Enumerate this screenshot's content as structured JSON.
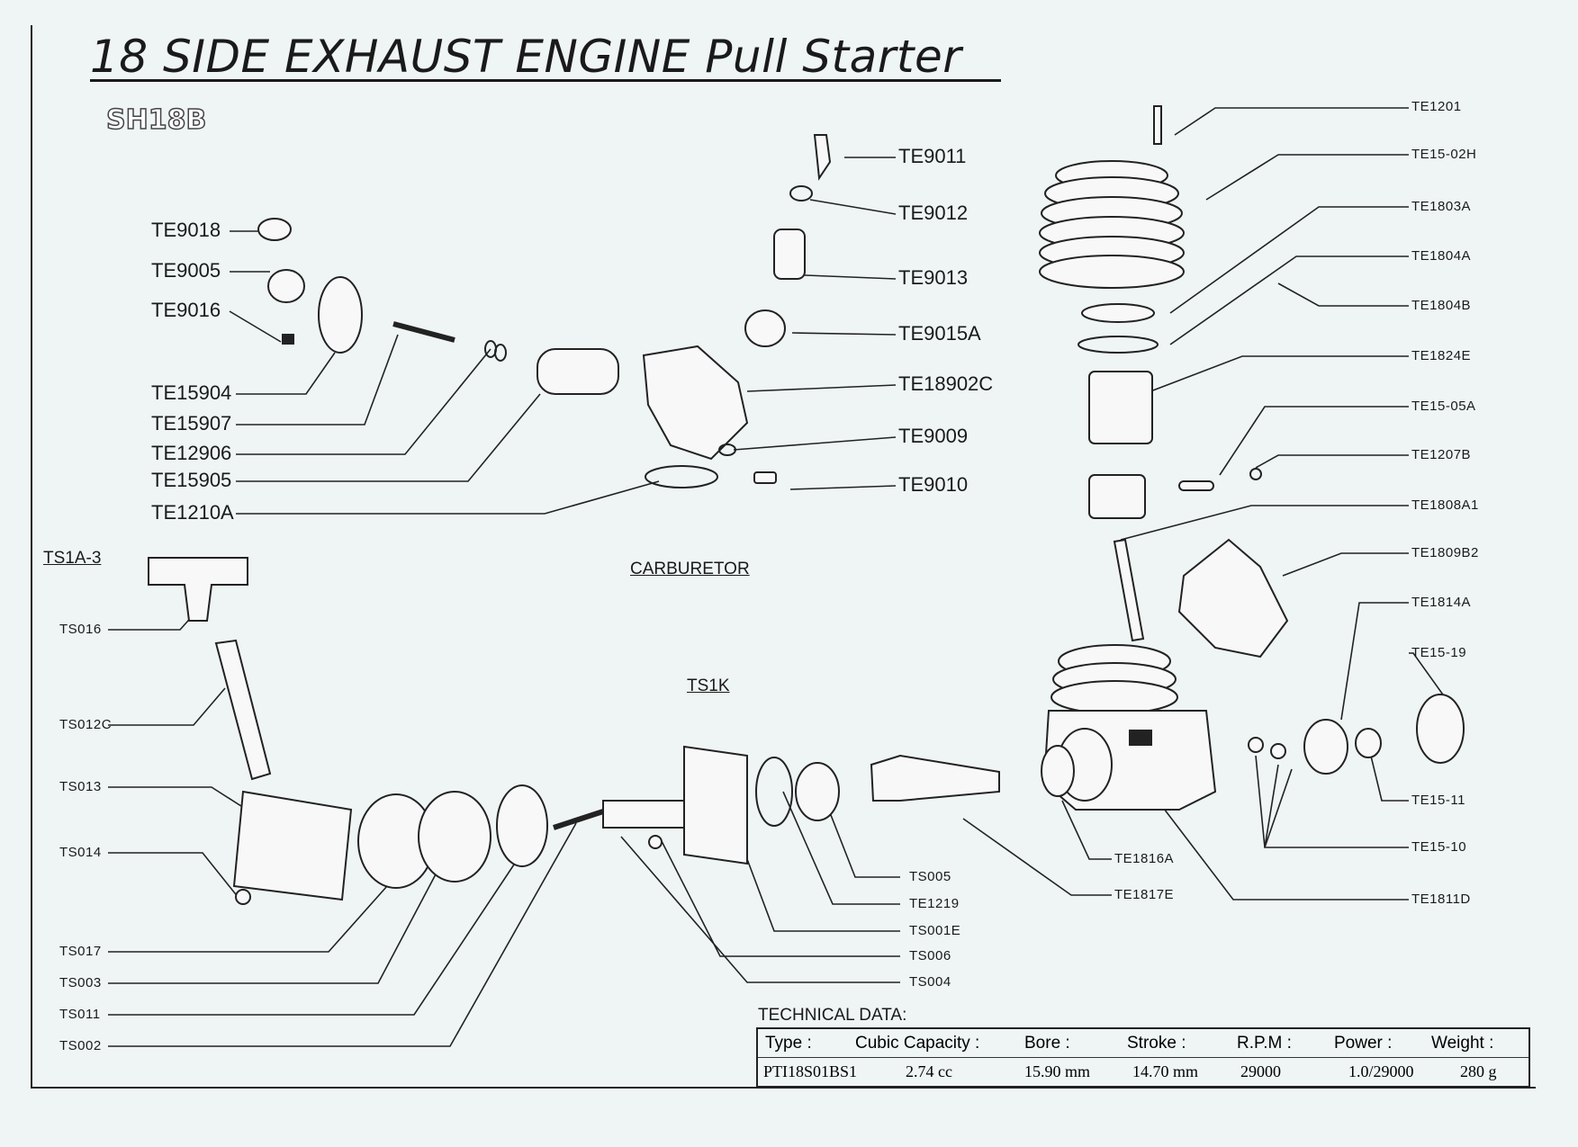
{
  "title": "18 SIDE EXHAUST ENGINE Pull Starter",
  "model": "SH18B",
  "sections": {
    "carburetor": "CARBURETOR",
    "tool_kit": "TS1A-3",
    "starter": "TS1K"
  },
  "labels_left": [
    "TE9018",
    "TE9005",
    "TE9016",
    "TE15904",
    "TE15907",
    "TE12906",
    "TE15905",
    "TE1210A"
  ],
  "labels_center": [
    "TE9011",
    "TE9012",
    "TE9013",
    "TE9015A",
    "TE18902C",
    "TE9009",
    "TE9010"
  ],
  "labels_right": [
    "TE1201",
    "TE15-02H",
    "TE1803A",
    "TE1804A",
    "TE1804B",
    "TE1824E",
    "TE15-05A",
    "TE1207B",
    "TE1808A1",
    "TE1809B2",
    "TE1814A",
    "TE15-19",
    "TE15-11",
    "TE15-10",
    "TE1811D",
    "TE1816A",
    "TE1817E"
  ],
  "labels_starter": [
    "TS016",
    "TS012C",
    "TS013",
    "TS014",
    "TS017",
    "TS003",
    "TS011",
    "TS002"
  ],
  "labels_bottom_mid": [
    "TS005",
    "TE1219",
    "TS001E",
    "TS006",
    "TS004"
  ],
  "technical_data": {
    "heading": "TECHNICAL DATA:",
    "headers": [
      "Type :",
      "Cubic Capacity :",
      "Bore :",
      "Stroke :",
      "R.P.M :",
      "Power :",
      "Weight :"
    ],
    "values": [
      "PTI18S01BS1",
      "2.74 cc",
      "15.90 mm",
      "14.70 mm",
      "29000",
      "1.0/29000",
      "280 g"
    ]
  }
}
